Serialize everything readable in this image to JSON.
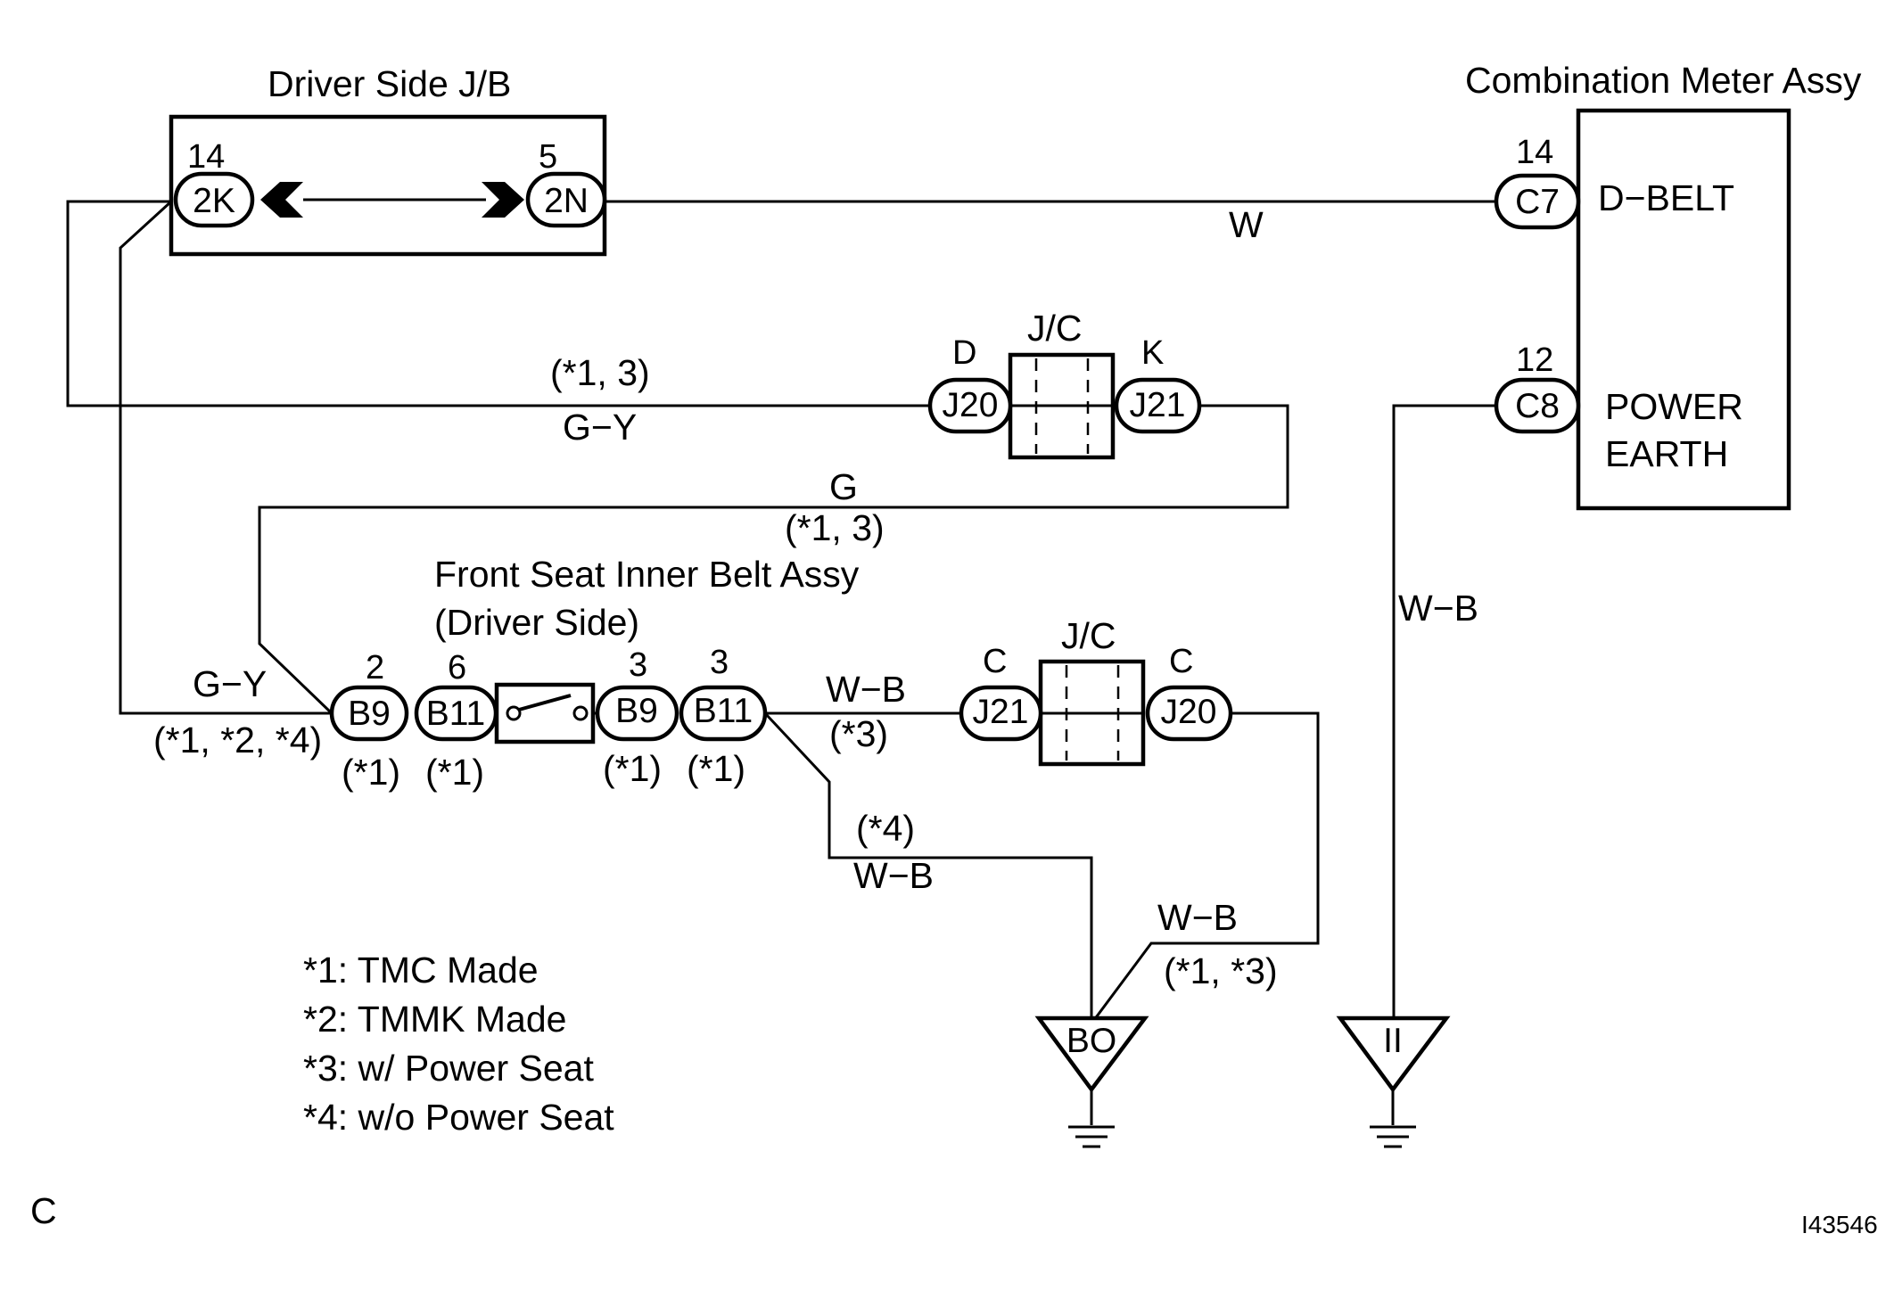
{
  "driver_jb": {
    "title": "Driver Side J/B",
    "pin_left": "14",
    "conn_left": "2K",
    "pin_right": "5",
    "conn_right": "2N"
  },
  "meter": {
    "title": "Combination Meter Assy",
    "pin_c7": "14",
    "conn_c7": "C7",
    "term_c7": "D−BELT",
    "pin_c8": "12",
    "conn_c8": "C8",
    "term_c8_line1": "POWER",
    "term_c8_line2": "EARTH"
  },
  "wire_w": "W",
  "jc_top": {
    "title": "J/C",
    "pin_left": "D",
    "conn_left": "J20",
    "pin_right": "K",
    "conn_right": "J21"
  },
  "gy_top": {
    "cond": "(*1, 3)",
    "color": "G−Y"
  },
  "g_wire": {
    "color": "G",
    "cond": "(*1, 3)"
  },
  "belt": {
    "title_line1": "Front Seat Inner Belt Assy",
    "title_line2": "(Driver Side)"
  },
  "gy_left": {
    "color": "G−Y",
    "cond": "(*1, *2, *4)"
  },
  "belt_conns": [
    {
      "pin": "2",
      "name": "B9",
      "cond": "(*1)"
    },
    {
      "pin": "6",
      "name": "B11",
      "cond": "(*1)"
    },
    {
      "pin": "3",
      "name": "B9",
      "cond": "(*1)"
    },
    {
      "pin": "3",
      "name": "B11",
      "cond": "(*1)"
    }
  ],
  "wb_mid": {
    "color": "W−B",
    "cond": "(*3)"
  },
  "jc_bottom": {
    "title": "J/C",
    "pin_left": "C",
    "conn_left": "J21",
    "pin_right": "C",
    "conn_right": "J20"
  },
  "wb_lower": {
    "cond": "(*4)",
    "color": "W−B"
  },
  "wb_right": {
    "color": "W−B",
    "cond": "(*1, *3)"
  },
  "wb_meter": {
    "color": "W−B"
  },
  "grounds": [
    {
      "name": "BO"
    },
    {
      "name": "II"
    }
  ],
  "notes": [
    "*1: TMC Made",
    "*2: TMMK Made",
    "*3: w/ Power Seat",
    "*4: w/o Power Seat"
  ],
  "corner_letter": "C",
  "figure_code": "I43546"
}
